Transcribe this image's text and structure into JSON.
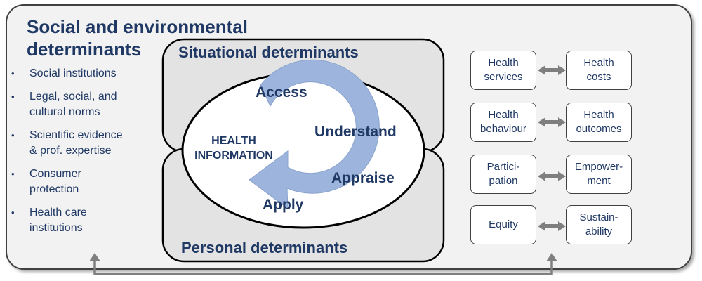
{
  "social_env": {
    "title": "Social and environmental\ndeterminants",
    "items": [
      "Social institutions",
      "Legal, social, and\ncultural norms",
      "Scientific evidence\n& prof. expertise",
      "Consumer\nprotection",
      "Health care\ninstitutions"
    ]
  },
  "center": {
    "situational": "Situational determinants",
    "personal": "Personal determinants",
    "health_information": "HEALTH\nINFORMATION",
    "steps": {
      "access": "Access",
      "understand": "Understand",
      "appraise": "Appraise",
      "apply": "Apply"
    }
  },
  "outcomes": {
    "pairs": [
      {
        "left": "Health\nservices",
        "right": "Health\ncosts"
      },
      {
        "left": "Health\nbehaviour",
        "right": "Health\noutcomes"
      },
      {
        "left": "Partici-\npation",
        "right": "Empower-\nment"
      },
      {
        "left": "Equity",
        "right": "Sustain-\nability"
      }
    ]
  },
  "colors": {
    "text": "#1f3864",
    "cycle_arrow": "#9db5dd",
    "connector_arrow": "#7f7f7f",
    "panel_fill": "#e3e3e3"
  }
}
